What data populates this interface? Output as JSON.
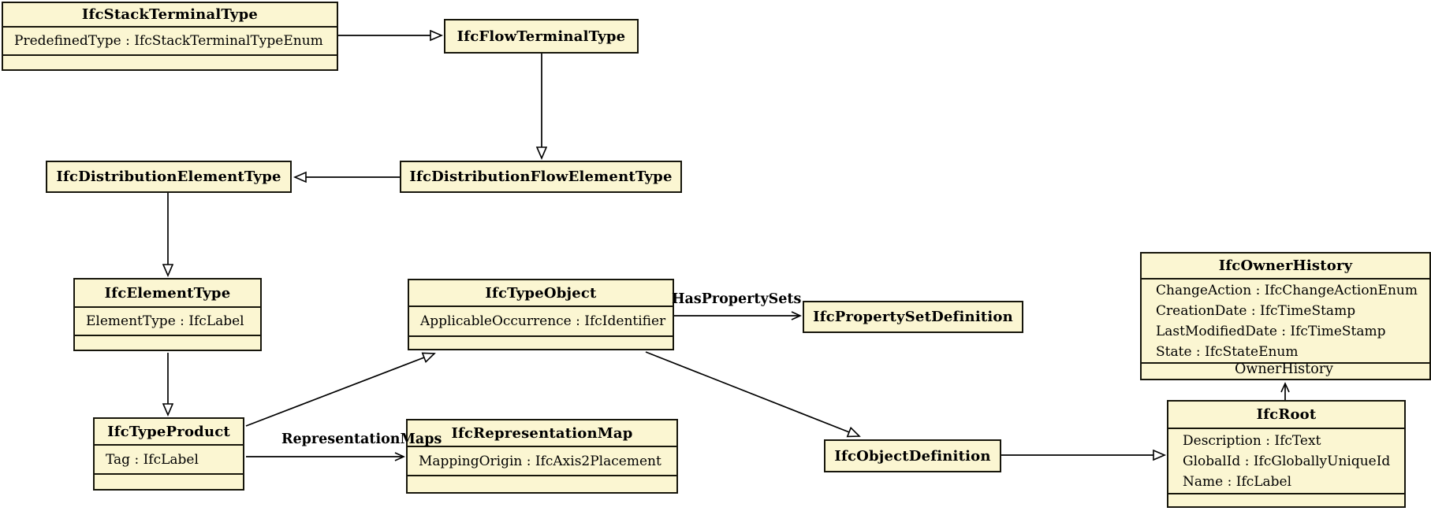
{
  "diagram": {
    "title": "IFC class inheritance and attribute diagram",
    "nodes": {
      "stack_terminal": {
        "title": "IfcStackTerminalType",
        "attributes": [
          "PredefinedType : IfcStackTerminalTypeEnum"
        ]
      },
      "flow_terminal": {
        "title": "IfcFlowTerminalType"
      },
      "distribution_element": {
        "title": "IfcDistributionElementType"
      },
      "distribution_flow_element": {
        "title": "IfcDistributionFlowElementType"
      },
      "element_type": {
        "title": "IfcElementType",
        "attributes": [
          "ElementType : IfcLabel"
        ]
      },
      "type_object": {
        "title": "IfcTypeObject",
        "attributes": [
          "ApplicableOccurrence : IfcIdentifier"
        ]
      },
      "property_set_definition": {
        "title": "IfcPropertySetDefinition"
      },
      "owner_history": {
        "title": "IfcOwnerHistory",
        "attributes": [
          "ChangeAction : IfcChangeActionEnum",
          "CreationDate : IfcTimeStamp",
          "LastModifiedDate : IfcTimeStamp",
          "State : IfcStateEnum"
        ]
      },
      "type_product": {
        "title": "IfcTypeProduct",
        "attributes": [
          "Tag : IfcLabel"
        ]
      },
      "representation_map": {
        "title": "IfcRepresentationMap",
        "attributes": [
          "MappingOrigin : IfcAxis2Placement"
        ]
      },
      "object_definition": {
        "title": "IfcObjectDefinition"
      },
      "root": {
        "title": "IfcRoot",
        "attributes": [
          "Description : IfcText",
          "GlobalId : IfcGloballyUniqueId",
          "Name : IfcLabel"
        ]
      }
    },
    "edge_labels": {
      "has_property_sets": "HasPropertySets",
      "representation_maps": "RepresentationMaps",
      "owner_history": "OwnerHistory"
    },
    "colors": {
      "node_fill": "#FBF6D2",
      "node_border": "#16150B",
      "edge": "#000000",
      "background": "#FFFFFF"
    }
  }
}
